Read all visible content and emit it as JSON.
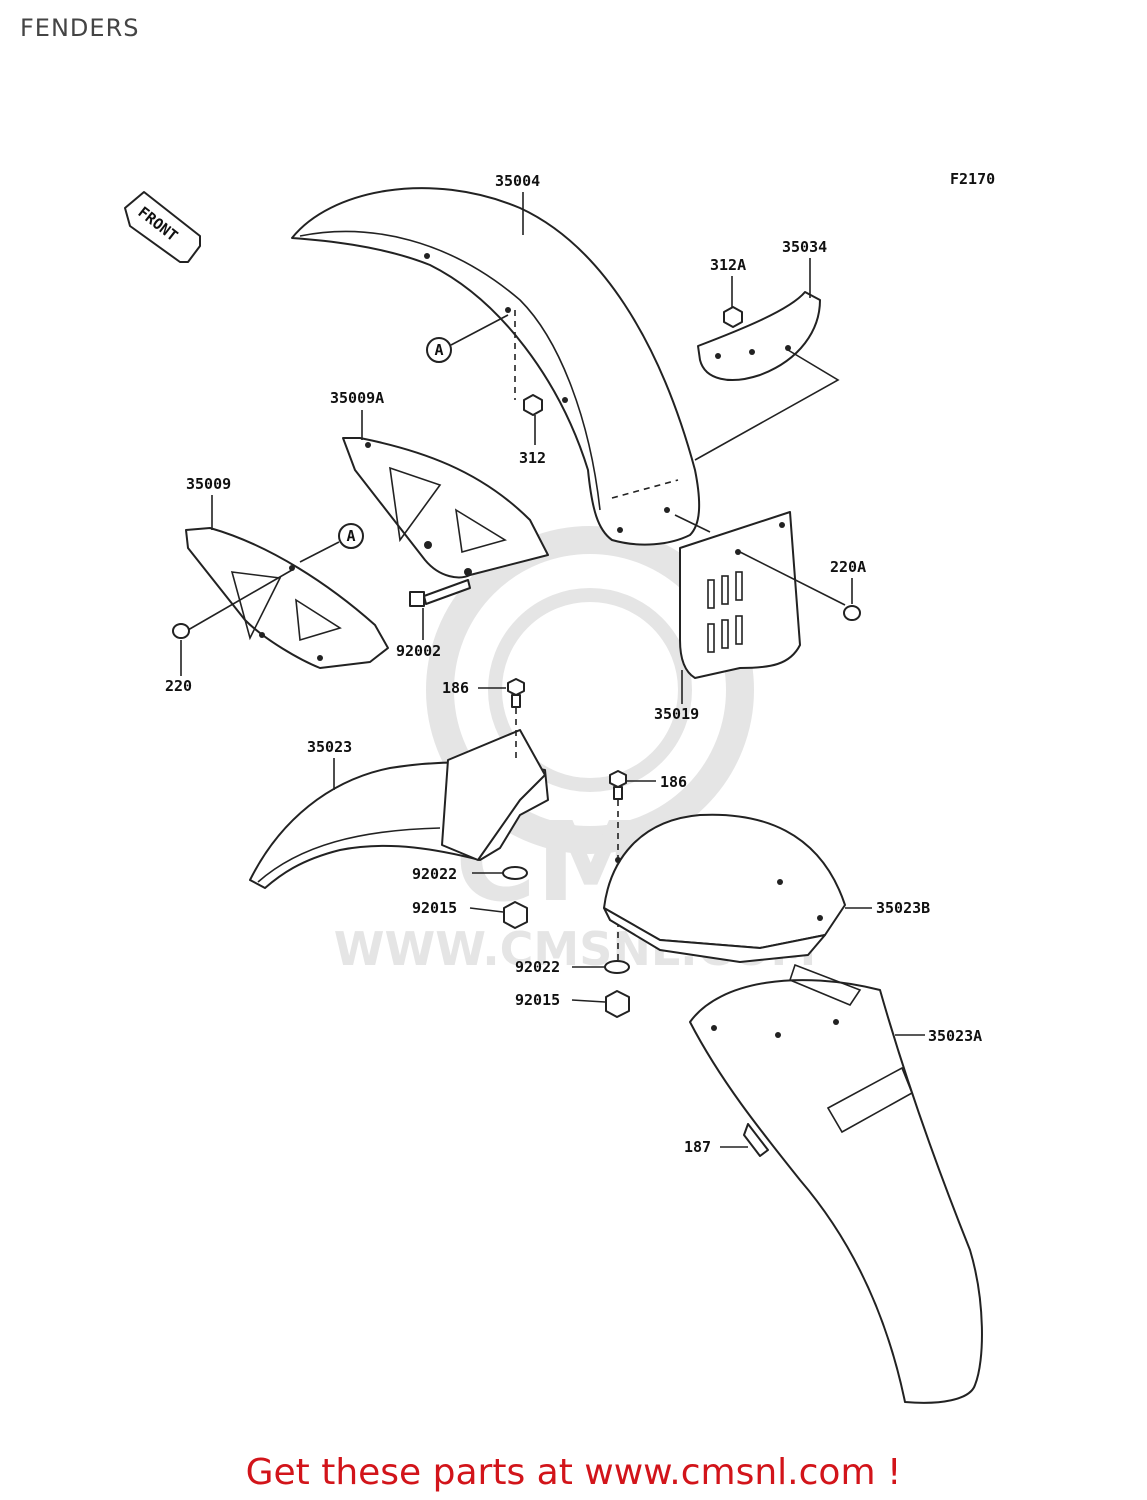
{
  "page": {
    "title": "FENDERS",
    "figure_code": "F2170",
    "front_label": "FRONT",
    "call_to_action_text": "Get these parts at ",
    "call_to_action_link": "www.cmsnl.com",
    "call_to_action_suffix": " !"
  },
  "watermark": {
    "text": "CMS",
    "url": "WWW.CMSNL.COM"
  },
  "callouts": {
    "ref_a": "A",
    "p35004": "35004",
    "p35034": "35034",
    "p312a": "312A",
    "p35009a": "35009A",
    "p312": "312",
    "p35009": "35009",
    "p220a": "220A",
    "p92002": "92002",
    "p220": "220",
    "p186": "186",
    "p35019": "35019",
    "p35023": "35023",
    "p92022": "92022",
    "p92015": "92015",
    "p35023b": "35023B",
    "p35023a": "35023A",
    "p187": "187"
  },
  "colors": {
    "accent": "#d2141a",
    "line": "#222222",
    "watermark": "#e5e5e5"
  }
}
